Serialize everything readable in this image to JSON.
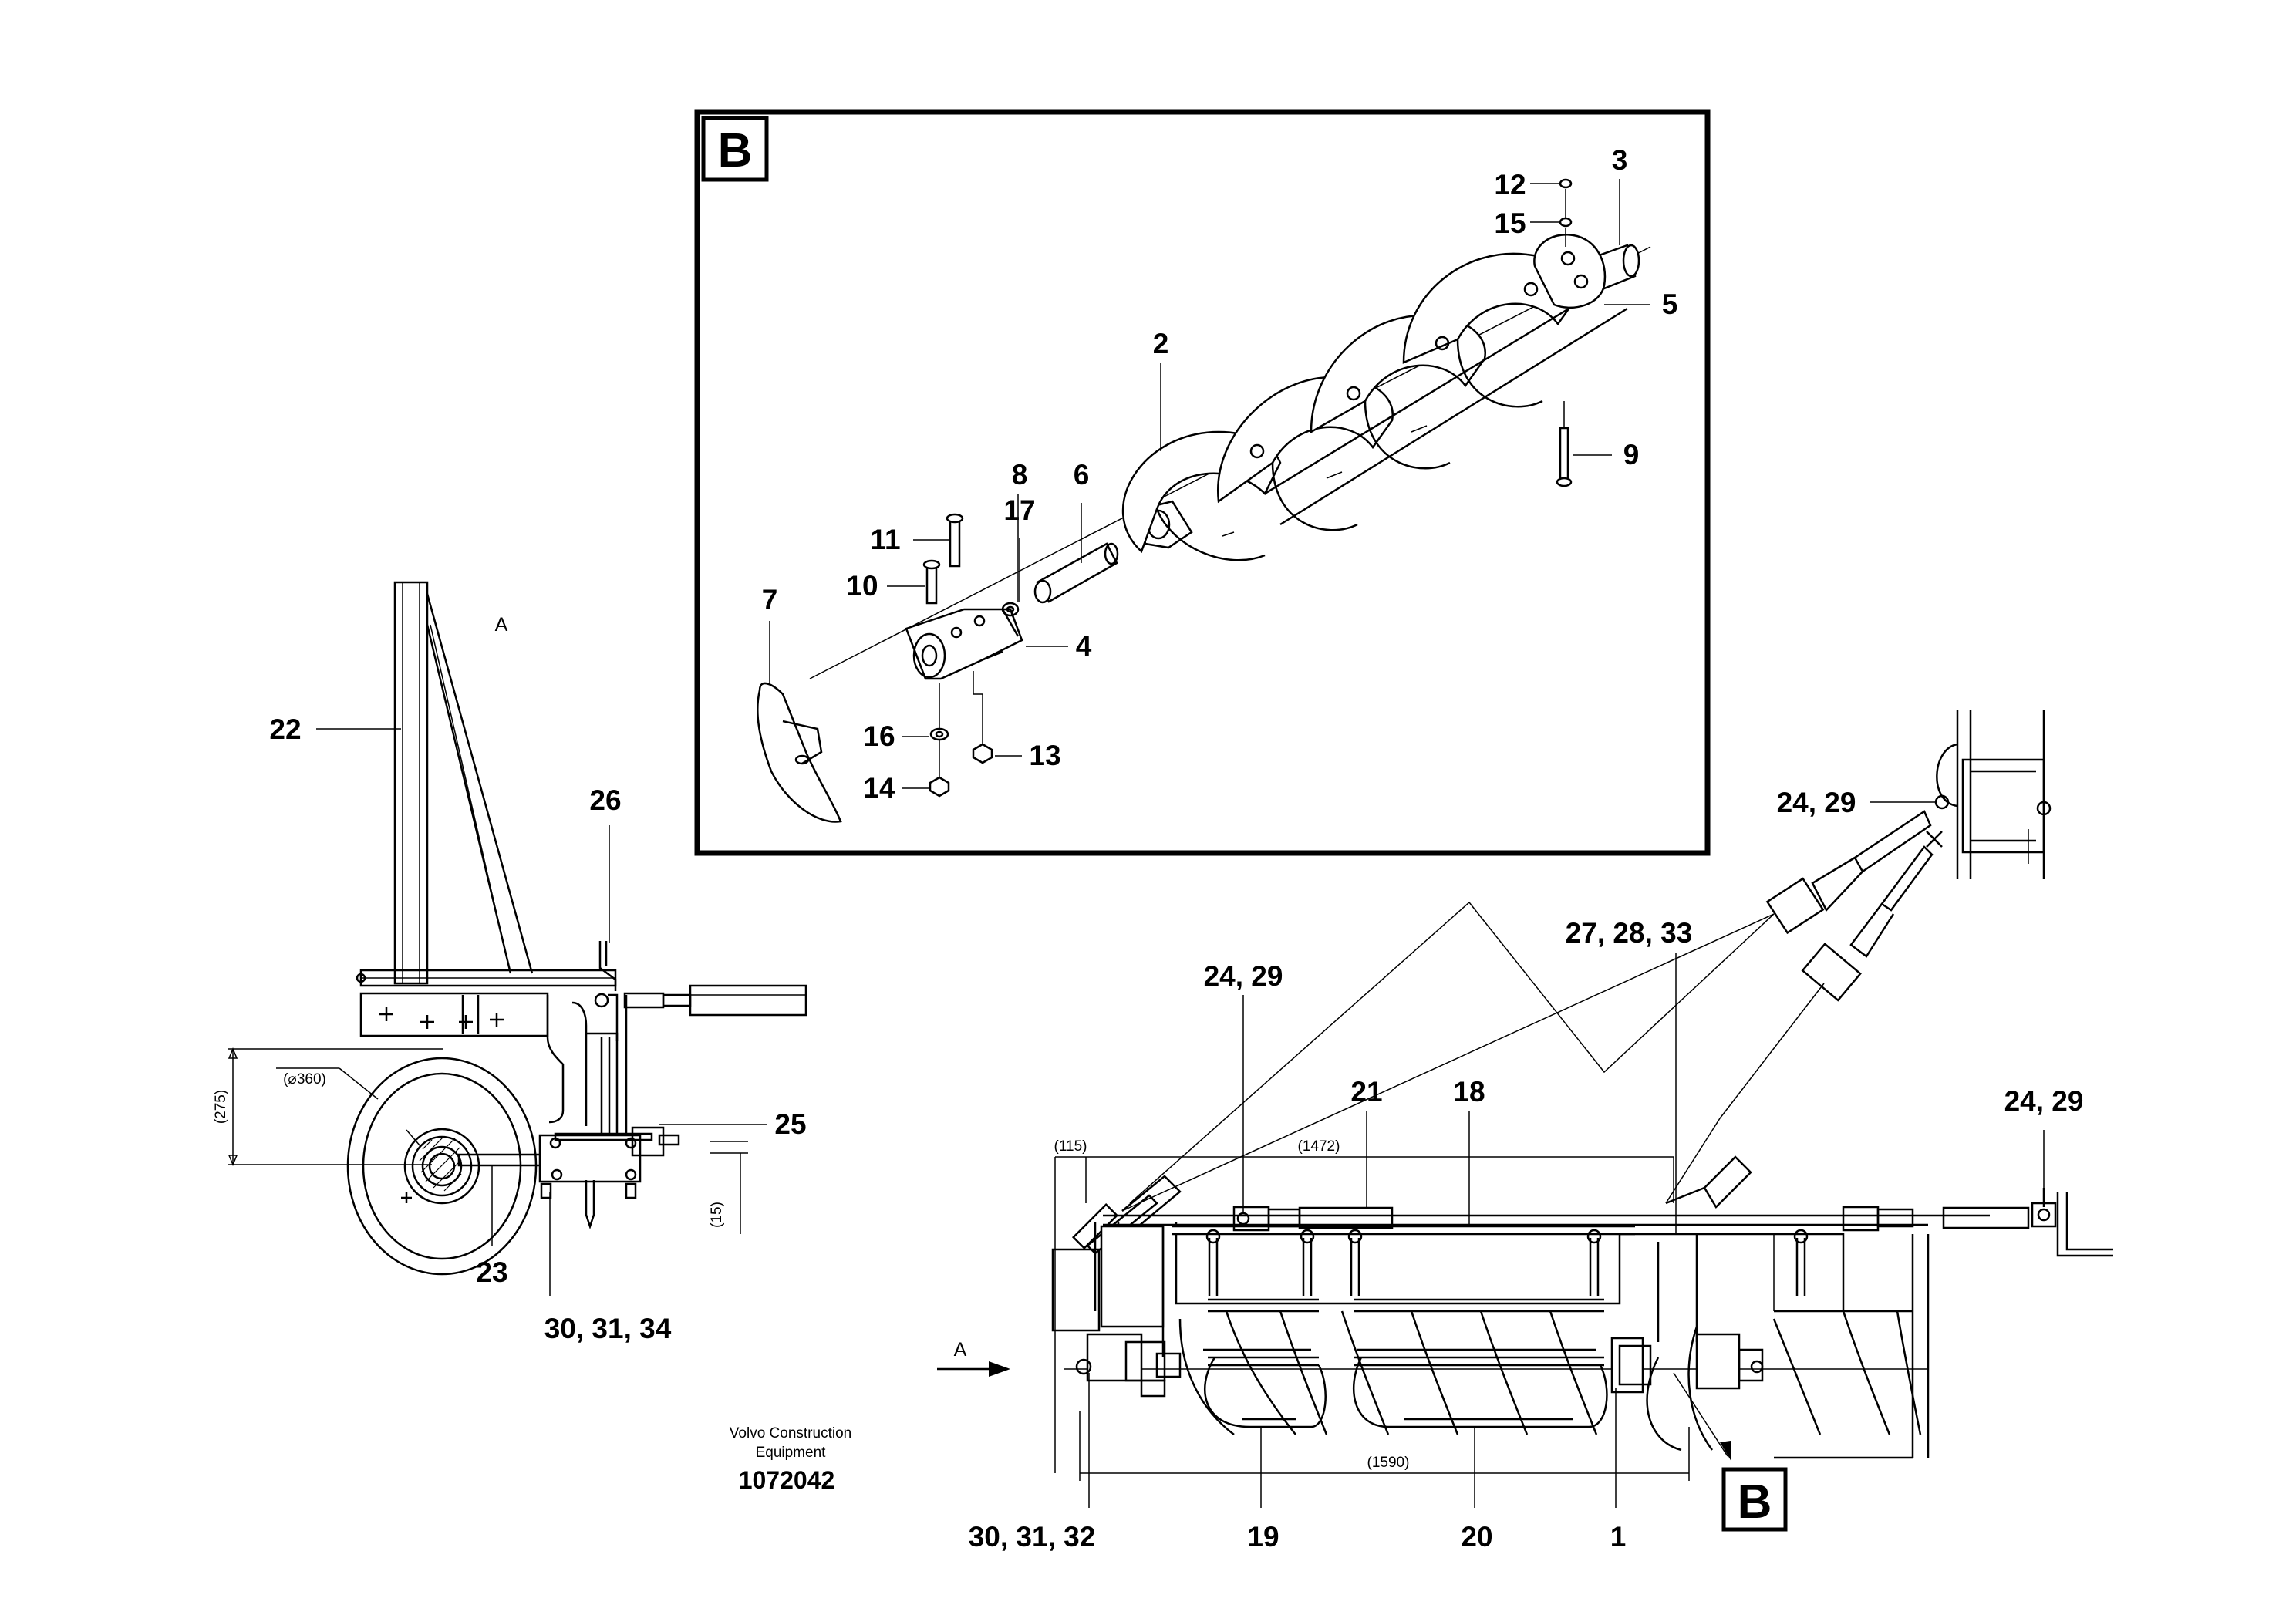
{
  "detail_view": {
    "label": "B",
    "callouts": {
      "c12": "12",
      "c15": "15",
      "c3": "3",
      "c5": "5",
      "c2": "2",
      "c9": "9",
      "c8": "8",
      "c6": "6",
      "c17": "17",
      "c11": "11",
      "c10": "10",
      "c7": "7",
      "c4": "4",
      "c16": "16",
      "c13": "13",
      "c14": "14"
    }
  },
  "side_view": {
    "view_label": "A",
    "callouts": {
      "c22": "22",
      "c26": "26",
      "c25": "25",
      "c23": "23",
      "c30_31_34": "30, 31, 34"
    },
    "dimensions": {
      "d275": "(275)",
      "d360": "(⌀360)",
      "d15": "(15)"
    }
  },
  "main_view": {
    "view_arrow_label": "A",
    "detail_marker": "B",
    "callouts": {
      "c24_29_left": "24, 29",
      "c27_28_33": "27, 28, 33",
      "c24_29_top": "24, 29",
      "c24_29_right": "24, 29",
      "c21": "21",
      "c18": "18",
      "c30_31_32": "30, 31, 32",
      "c19": "19",
      "c20": "20",
      "c1": "1"
    },
    "dimensions": {
      "d115": "(115)",
      "d1472": "(1472)",
      "d1590": "(1590)"
    }
  },
  "title_block": {
    "manufacturer_line1": "Volvo Construction",
    "manufacturer_line2": "Equipment",
    "drawing_number": "1072042"
  }
}
